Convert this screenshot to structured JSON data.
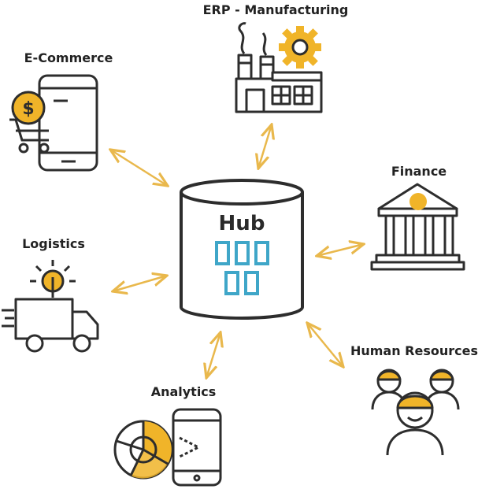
{
  "hub": {
    "label": "Hub"
  },
  "nodes": {
    "erp": {
      "label": "ERP - Manufacturing"
    },
    "ecommerce": {
      "label": "E-Commerce"
    },
    "finance": {
      "label": "Finance"
    },
    "logistics": {
      "label": "Logistics"
    },
    "hr": {
      "label": "Human Resources"
    },
    "analytics": {
      "label": "Analytics"
    }
  },
  "colors": {
    "stroke": "#2d2d2d",
    "accent": "#f0b429",
    "arrow": "#e9b84c",
    "hub_block": "#3fa6c8"
  }
}
